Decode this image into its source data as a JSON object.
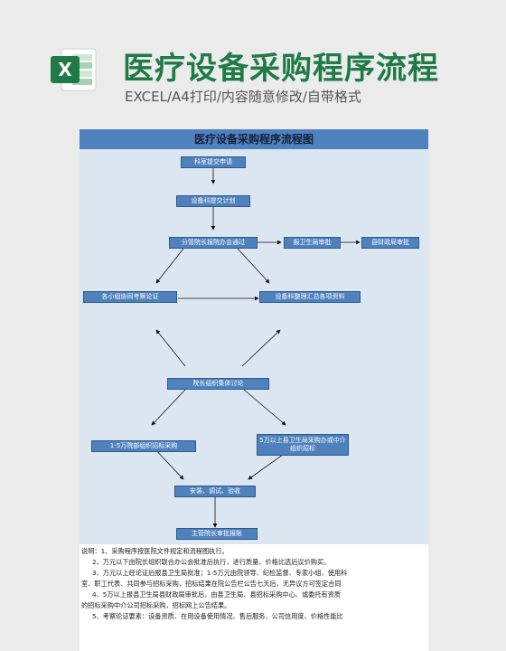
{
  "header": {
    "title": "医疗设备采购程序流程",
    "subtitle": "EXCEL/A4打印/内容随意修改/自带格式",
    "icon_letter": "X",
    "brand_color": "#1f7a46"
  },
  "doc": {
    "title": "医疗设备采购程序流程图",
    "accent": "#4f81bd",
    "flow_bg": "#dce6f1",
    "steps": {
      "s1": "科室提交申请",
      "s2": "设备科提交计划",
      "s3": "分管院长报院办会通过",
      "s3a": "报卫生局审批",
      "s3b": "县财政局审批",
      "s4": "各小组协同考察论证",
      "s5": "设备科整理汇总各项资料",
      "s6": "院长组织集体讨论",
      "s7": "1-5万院部组织招标采购",
      "s8": "5万以上县卫生局采购办或中介组织招标",
      "s9": "安装、调试、验收",
      "s10": "主管院长审批报账"
    },
    "notes": [
      "说明：1、采购程序按医院文件规定和流程图执行。",
      "2、万元以下由院长组织联合办公会批准后执行，进行质量、价格比选后议价购买。",
      "3、万元以上经论证后报县卫生局批准；1-5万元由院领导、纪检监督、专家小组、使用科",
      "室、职工代表、共同参与招标采购，招标结果在院公告栏公告七天后，无异议方可签定合同",
      "4、5万以上报县卫生局县财政局审批后，由县卫生局、县招标采购中心、或委托有资质",
      "的招标采购中介公司招标采购，招标网上公告结果。",
      "5、考察论证要素：设备资质、在用设备使用情况、售后服务、公司信用度、价格性能比"
    ]
  }
}
